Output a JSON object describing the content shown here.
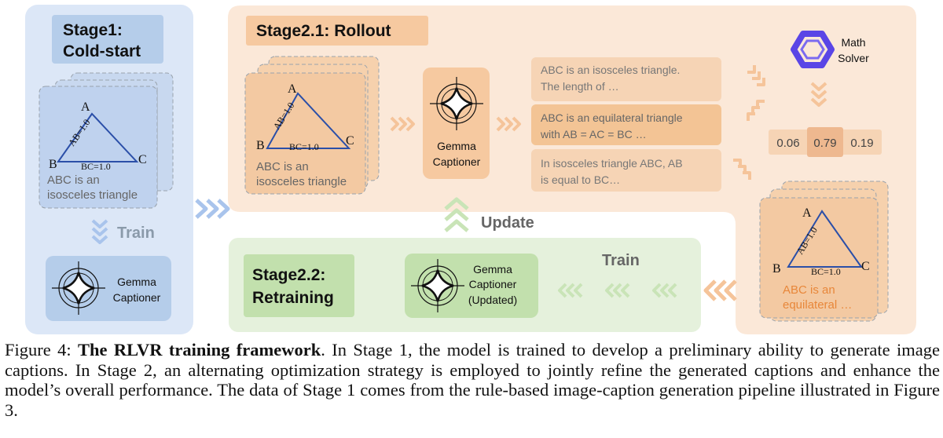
{
  "stage1": {
    "title_line1": "Stage1:",
    "title_line2": "Cold-start",
    "caption_line1": "ABC is an",
    "caption_line2": "isosceles triangle",
    "train_label": "Train",
    "captioner_line1": "Gemma",
    "captioner_line2": "Captioner"
  },
  "triangle": {
    "vertex_a": "A",
    "vertex_b": "B",
    "vertex_c": "C",
    "side_ab": "AB=1.0",
    "side_bc": "BC=1.0"
  },
  "rollout": {
    "title": "Stage2.1: Rollout",
    "image_caption_line1": "ABC is an",
    "image_caption_line2": "isosceles triangle",
    "captioner_line1": "Gemma",
    "captioner_line2": "Captioner",
    "candidates": [
      {
        "line1": "ABC is an isosceles triangle.",
        "line2": "The length of …"
      },
      {
        "line1": "ABC is an equilateral triangle",
        "line2": "with AB = AC = BC …"
      },
      {
        "line1": "In isosceles triangle ABC, AB",
        "line2": "is equal to BC…"
      }
    ],
    "solver_line1": "Math",
    "solver_line2": "Solver",
    "scores": [
      "0.06",
      "0.79",
      "0.19"
    ]
  },
  "selected": {
    "caption_line1": "ABC is an",
    "caption_line2": "equilateral …"
  },
  "update_label": "Update",
  "retraining": {
    "title_line1": "Stage2.2:",
    "title_line2": "Retraining",
    "train_label": "Train",
    "captioner_line1": "Gemma",
    "captioner_line2": "Captioner",
    "captioner_line3": "(Updated)"
  },
  "figure_caption": {
    "prefix": "Figure 4: ",
    "bold": "The RLVR training framework",
    "rest": ". In Stage 1, the model is trained to develop a preliminary ability to generate image captions. In Stage 2, an alternating optimization strategy is employed to jointly refine the generated captions and enhance the model’s overall performance. The data of Stage 1 comes from the rule-based image-caption generation pipeline illustrated in Figure 3."
  },
  "colors": {
    "stage1_bg": "#dce7f7",
    "stage2_bg": "#fbe8d8",
    "retrain_bg": "#e5f1dc",
    "blue_arrow": "#a9c4ec",
    "orange_arrow": "#f5c49a",
    "green_arrow": "#c9e4b7",
    "triangle_blue": "#2b4fa8",
    "selected_text": "#e8873a"
  }
}
